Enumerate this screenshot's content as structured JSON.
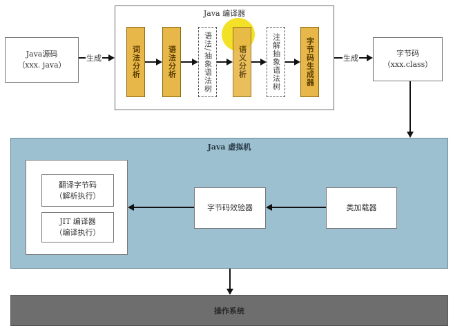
{
  "source": {
    "title": "Java源码",
    "subtitle": "（xxx. java）"
  },
  "generate_label_1": "生成",
  "generate_label_2": "生成",
  "compiler": {
    "title": "Java 编译器",
    "stages": [
      {
        "label": "词法分析",
        "style": "solid"
      },
      {
        "label": "语法分析",
        "style": "solid"
      },
      {
        "label": "语法/抽象语法树",
        "style": "dashed"
      },
      {
        "label": "语义分析",
        "style": "solid"
      },
      {
        "label": "注解抽象语法树",
        "style": "dashed"
      },
      {
        "label": "字节码生成器",
        "style": "solid"
      }
    ]
  },
  "bytecode": {
    "title": "字节码",
    "subtitle": "（xxx.class）"
  },
  "jvm": {
    "title": "Java 虚拟机",
    "interpreter": {
      "title": "翻译字节码",
      "subtitle": "（解析执行）"
    },
    "jit": {
      "title": "JIT 编译器",
      "subtitle": "（编译执行）"
    },
    "verifier": "字节码效验器",
    "class_loader": "类加载器"
  },
  "os": "操作系统",
  "colors": {
    "stage_fill": "#e8b74a",
    "jvm_fill": "#9cc0cf",
    "os_fill": "#6e6e6e",
    "highlight": "#f0dc00"
  }
}
